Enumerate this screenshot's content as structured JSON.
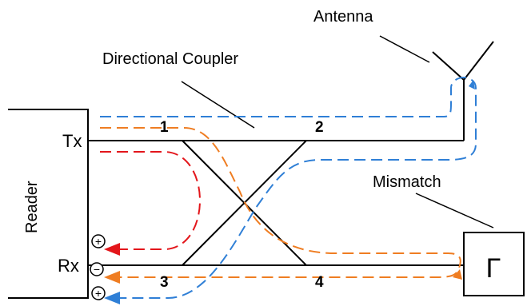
{
  "labels": {
    "antenna": "Antenna",
    "coupler": "Directional Coupler",
    "mismatch": "Mismatch",
    "reader": "Reader",
    "tx": "Tx",
    "rx": "Rx",
    "gamma": "Γ",
    "port1": "1",
    "port2": "2",
    "port3": "3",
    "port4": "4",
    "plus_top": "+",
    "minus_mid": "−",
    "plus_bottom": "+"
  },
  "colors": {
    "line": "#000000",
    "tx_leak": "#e3161b",
    "reflection": "#ef7d22",
    "antenna_path": "#2f7fd6"
  }
}
